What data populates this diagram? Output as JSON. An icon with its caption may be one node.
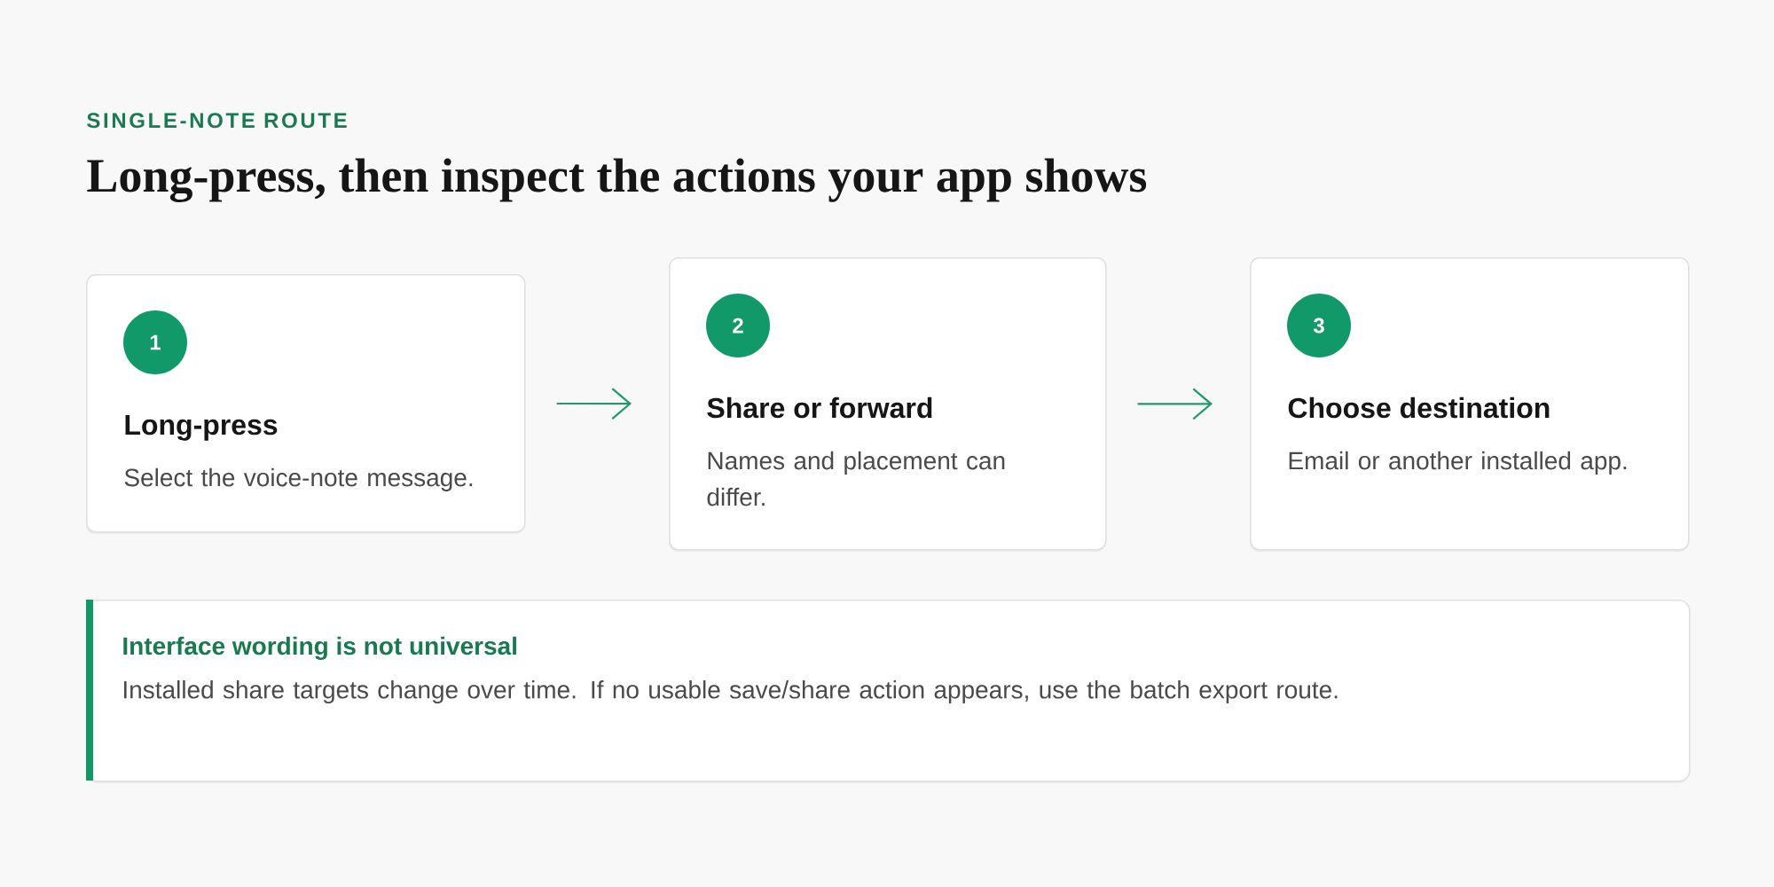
{
  "diagram": {
    "title": "Long-press, then inspect the actions your app shows",
    "nodes": [
      {
        "text": [
          "Long-press",
          "Select the voice-note message."
        ]
      },
      {
        "text": [
          "1"
        ],
        "in": 0
      },
      {
        "text": [
          "Share or forward",
          "Names and placement can differ."
        ]
      },
      {
        "text": [
          "2"
        ],
        "in": 2
      },
      {
        "text": [
          "Choose destination",
          "Email or another installed app."
        ]
      },
      {
        "text": [
          "3"
        ],
        "in": 4
      },
      {
        "text": [
          "Interface wording is not universal",
          "Installed share targets change over time. If no usable save/share action appears, use the batch export route."
        ]
      }
    ],
    "edges": [
      {
        "from": 0,
        "to": 2,
        "arrow": "to"
      },
      {
        "from": 2,
        "to": 4,
        "arrow": "to"
      }
    ],
    "labels": [
      "SINGLE-NOTE ROUTE"
    ]
  }
}
